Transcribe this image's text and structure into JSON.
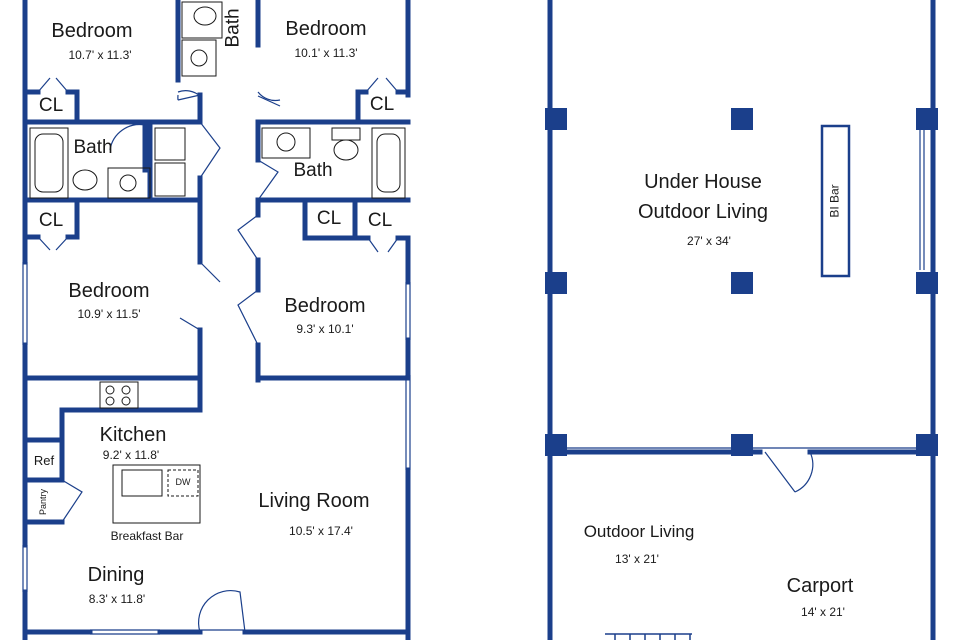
{
  "rooms": {
    "bedroom_nw": {
      "name": "Bedroom",
      "dims": "10.7' x 11.3'"
    },
    "bedroom_ne": {
      "name": "Bedroom",
      "dims": "10.1' x 11.3'"
    },
    "bedroom_w": {
      "name": "Bedroom",
      "dims": "10.9' x 11.5'"
    },
    "bedroom_e": {
      "name": "Bedroom",
      "dims": "9.3' x 10.1'"
    },
    "kitchen": {
      "name": "Kitchen",
      "dims": "9.2' x 11.8'"
    },
    "living": {
      "name": "Living Room",
      "dims": "10.5' x 17.4'"
    },
    "dining": {
      "name": "Dining",
      "dims": "8.3' x 11.8'"
    },
    "under_house": {
      "name_line1": "Under House",
      "name_line2": "Outdoor Living",
      "dims": "27' x 34'"
    },
    "outdoor_living": {
      "name": "Outdoor Living",
      "dims": "13' x 21'"
    },
    "carport": {
      "name": "Carport",
      "dims": "14' x 21'"
    }
  },
  "fixtures": {
    "bath_top": "Bath",
    "bath_left": "Bath",
    "bath_right": "Bath",
    "cl_1": "CL",
    "cl_2": "CL",
    "cl_3": "CL",
    "cl_4": "CL",
    "cl_5": "CL",
    "ref": "Ref",
    "pantry": "Pantry",
    "dw": "DW",
    "breakfast_bar": "Breakfast Bar",
    "bi_bar": "BI Bar"
  },
  "colors": {
    "wall": "#1b3f8b",
    "fixture": "#1a1a1a",
    "text": "#1a1a1a"
  }
}
